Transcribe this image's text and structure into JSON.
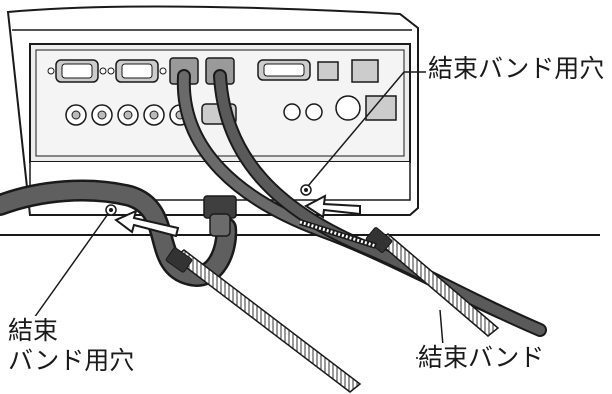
{
  "labels": {
    "hole_right": "結束バンド用穴",
    "hole_left_line1": "結束",
    "hole_left_line2": "バンド用穴",
    "tie_band": "結束バンド"
  },
  "icons": [
    "projector-rear-panel-icon",
    "vga-connector-icon",
    "dvi-connector-icon",
    "rca-connector-icon",
    "power-cable-icon",
    "cable-tie-icon",
    "tie-hole-icon",
    "arrow-icon"
  ],
  "colors": {
    "outline": "#1a1a1a",
    "cable": "#555555",
    "panel": "#e9e9e9",
    "arrow": "#ffffff"
  }
}
